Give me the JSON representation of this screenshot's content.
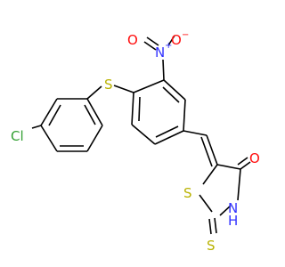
{
  "atoms": {
    "cl": {
      "label": "Cl",
      "color": "#33a033"
    },
    "s_thioether": {
      "label": "S",
      "color": "#b9b200"
    },
    "nitro_n": {
      "label": "N",
      "color": "#3333ff"
    },
    "nitro_n_charge": {
      "label": "+",
      "color": "#3333ff"
    },
    "nitro_o_top": {
      "label": "O",
      "color": "#ff0d0d"
    },
    "nitro_o_top_charge": {
      "label": "−",
      "color": "#ff0d0d"
    },
    "nitro_o_left": {
      "label": "O",
      "color": "#ff0d0d"
    },
    "ring_s": {
      "label": "S",
      "color": "#b9b200"
    },
    "carbonyl_o": {
      "label": "O",
      "color": "#ff0d0d"
    },
    "nh_n": {
      "label": "N",
      "color": "#3333ff"
    },
    "nh_h": {
      "label": "H",
      "color": "#3333ff"
    },
    "thione_s": {
      "label": "S",
      "color": "#b9b200"
    }
  }
}
